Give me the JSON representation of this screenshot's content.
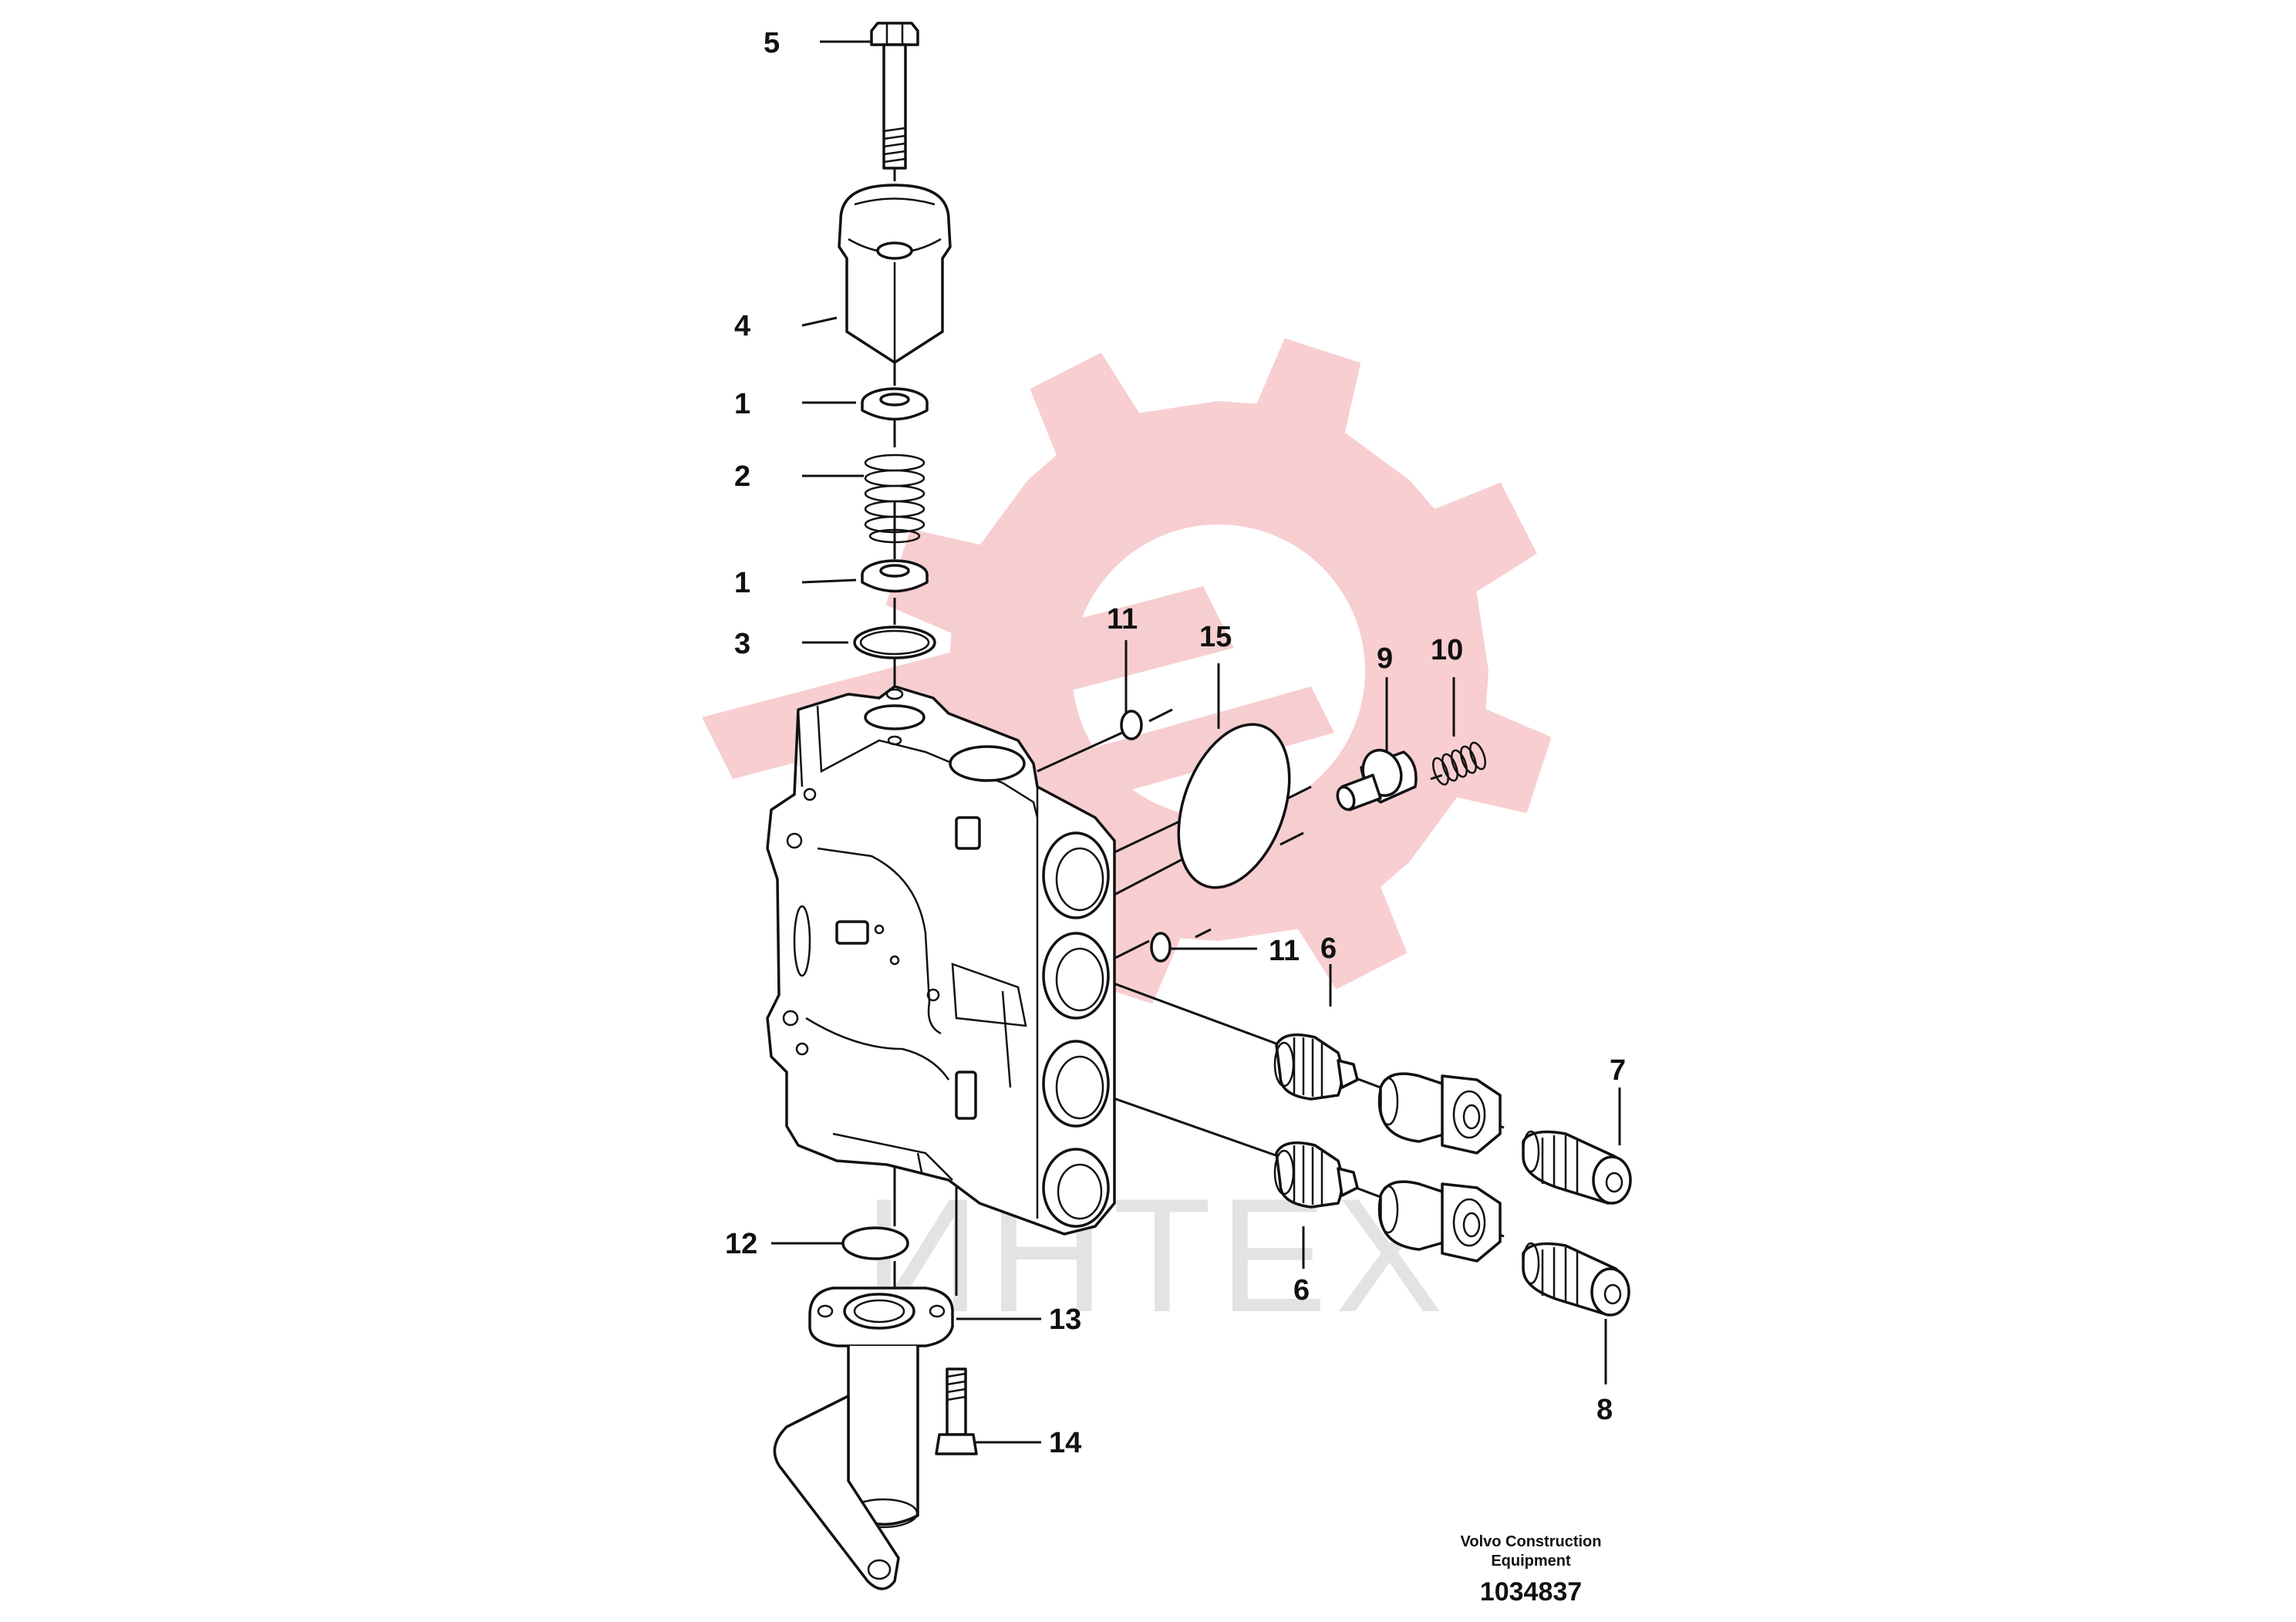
{
  "callouts": {
    "c5": "5",
    "c4": "4",
    "c1a": "1",
    "c2": "2",
    "c1b": "1",
    "c3": "3",
    "c11a": "11",
    "c15": "15",
    "c9": "9",
    "c10": "10",
    "c11b": "11",
    "c6a": "6",
    "c7": "7",
    "c6b": "6",
    "c8": "8",
    "c12": "12",
    "c13": "13",
    "c14": "14"
  },
  "footer": {
    "line1": "Volvo Construction",
    "line2": "Equipment",
    "number": "1034837"
  },
  "watermark": {
    "text": "ИНТЕХ",
    "gear_color": "#f7c9cc"
  }
}
